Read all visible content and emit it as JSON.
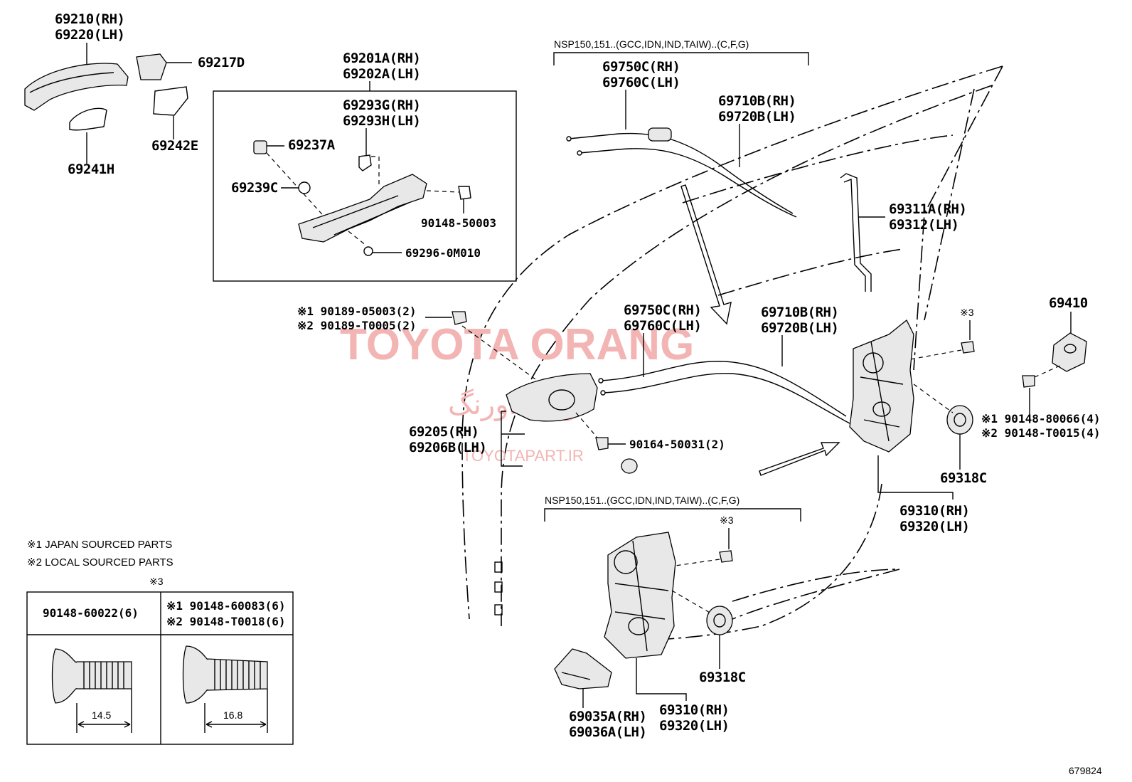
{
  "diagram_id": "679824",
  "watermark": {
    "text": "TOYOTA ORANG",
    "persian": "تویوتا اورنگ",
    "site": "TOYOTAPART.IR"
  },
  "variant_labels": {
    "upper": "NSP150,151..(GCC,IDN,IND,TAIW)..(C,F,G)",
    "lower": "NSP150,151..(GCC,IDN,IND,TAIW)..(C,F,G)"
  },
  "notes": {
    "note1": "※1 JAPAN SOURCED PARTS",
    "note2": "※2 LOCAL SOURCED PARTS"
  },
  "parts": {
    "p69210": "69210(RH)",
    "p69220": "69220(LH)",
    "p69217D": "69217D",
    "p69241H": "69241H",
    "p69242E": "69242E",
    "p69201A": "69201A(RH)",
    "p69202A": "69202A(LH)",
    "p69293G": "69293G(RH)",
    "p69293H": "69293H(LH)",
    "p69237A": "69237A",
    "p69239C": "69239C",
    "p90148_50003": "90148-50003",
    "p69296": "69296-0M010",
    "p69750C_top": "69750C(RH)",
    "p69760C_top": "69760C(LH)",
    "p69710B_top": "69710B(RH)",
    "p69720B_top": "69720B(LH)",
    "p69311A": "69311A(RH)",
    "p69312": "69312(LH)",
    "p90189_05003": "※1 90189-05003(2)",
    "p90189_T0005": "※2 90189-T0005(2)",
    "p69750C_mid": "69750C(RH)",
    "p69760C_mid": "69760C(LH)",
    "p69710B_mid": "69710B(RH)",
    "p69720B_mid": "69720B(LH)",
    "mark3_upper": "※3",
    "p69410": "69410",
    "p90148_80066": "※1 90148-80066(4)",
    "p90148_T0015": "※2 90148-T0015(4)",
    "p69205": "69205(RH)",
    "p69206B": "69206B(LH)",
    "p90164": "90164-50031(2)",
    "p69318C_upper": "69318C",
    "p69310_upper": "69310(RH)",
    "p69320_upper": "69320(LH)",
    "mark3_lower": "※3",
    "p69318C_lower": "69318C",
    "p69035A": "69035A(RH)",
    "p69036A": "69036A(LH)",
    "p69310_lower": "69310(RH)",
    "p69320_lower": "69320(LH)"
  },
  "bolt_table": {
    "mark": "※3",
    "col1_header": "90148-60022(6)",
    "col2_header_1": "※1 90148-60083(6)",
    "col2_header_2": "※2 90148-T0018(6)",
    "col1_dim": "14.5",
    "col2_dim": "16.8"
  }
}
